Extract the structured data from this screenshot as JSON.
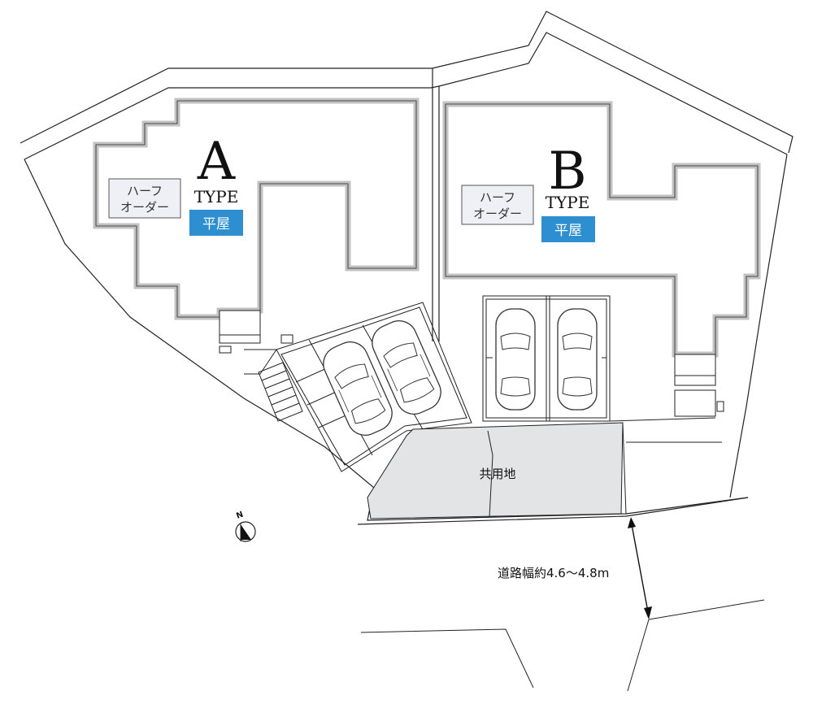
{
  "lot_a": {
    "letter": "A",
    "type_label": "TYPE",
    "order_label_line1": "ハーフ",
    "order_label_line2": "オーダー",
    "style_badge": "平屋"
  },
  "lot_b": {
    "letter": "B",
    "type_label": "TYPE",
    "order_label_line1": "ハーフ",
    "order_label_line2": "オーダー",
    "style_badge": "平屋"
  },
  "common_area": {
    "label": "共用地"
  },
  "road": {
    "width_label": "道路幅約4.6〜4.8m"
  },
  "compass": {
    "north_label": "N"
  },
  "colors": {
    "badge_blue": "#2e8fd0",
    "common_area_fill": "#e3e4e6",
    "wall_gray": "#bdbdbd",
    "order_box_fill": "#eef0f5",
    "line": "#222222"
  }
}
